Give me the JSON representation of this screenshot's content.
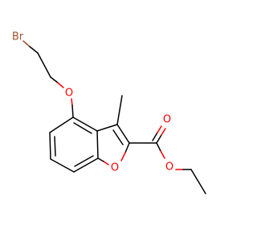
{
  "molecule": {
    "atoms": {
      "bromine": {
        "label": "Br",
        "color": "#a0522d"
      },
      "ether_oxygen": {
        "label": "O",
        "color": "#ff0000"
      },
      "furan_oxygen": {
        "label": "O",
        "color": "#ff0000"
      },
      "carbonyl_oxygen": {
        "label": "O",
        "color": "#ff0000"
      },
      "ester_oxygen": {
        "label": "O",
        "color": "#ff0000"
      }
    },
    "bond_color": "#000000"
  }
}
